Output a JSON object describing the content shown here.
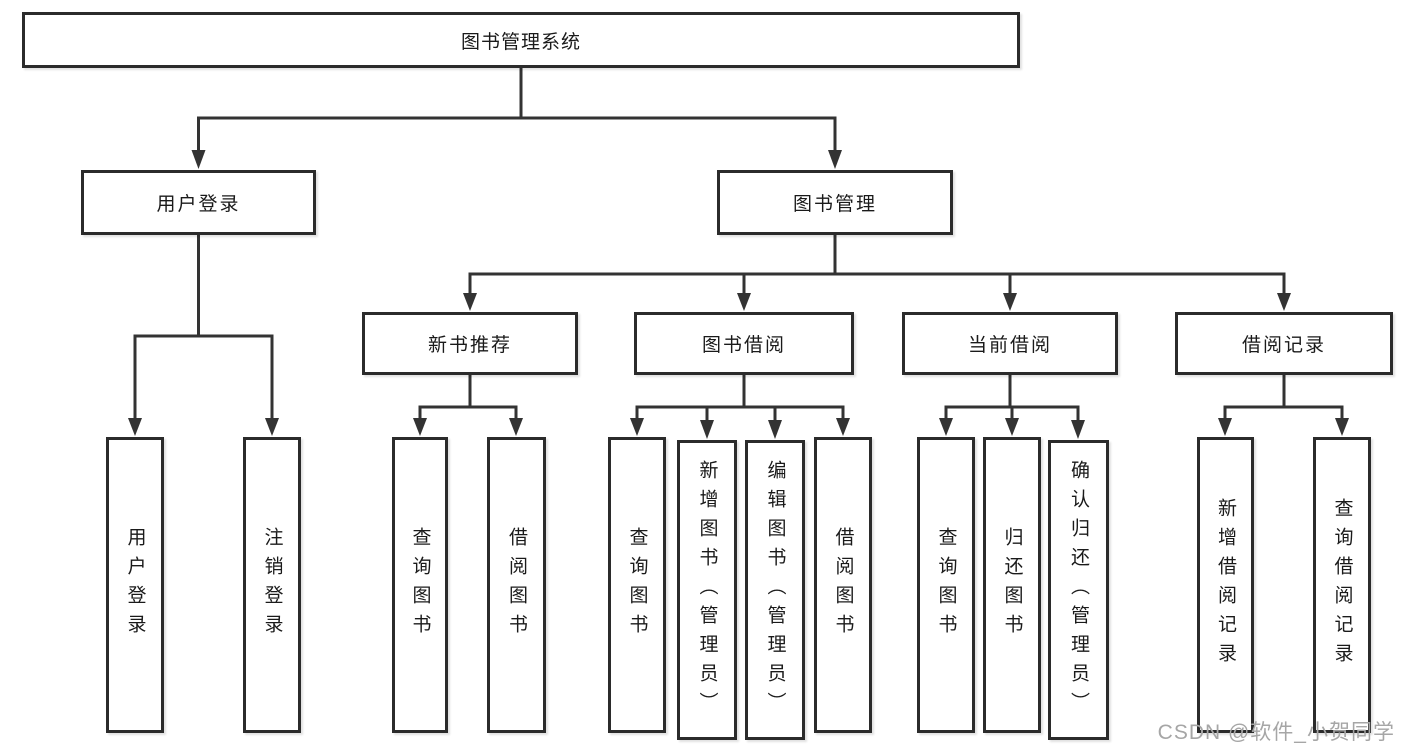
{
  "diagram": {
    "root_label": "图书管理系统",
    "login": {
      "label": "用户登录",
      "children": [
        "用户登录",
        "注销登录"
      ]
    },
    "mgmt": {
      "label": "图书管理"
    },
    "groups": [
      {
        "label": "新书推荐",
        "children": [
          "查询图书",
          "借阅图书"
        ]
      },
      {
        "label": "图书借阅",
        "children": [
          "查询图书",
          "新增图书（管理员）",
          "编辑图书（管理员）",
          "借阅图书"
        ]
      },
      {
        "label": "当前借阅",
        "children": [
          "查询图书",
          "归还图书",
          "确认归还（管理员）"
        ]
      },
      {
        "label": "借阅记录",
        "children": [
          "新增借阅记录",
          "查询借阅记录"
        ]
      }
    ]
  },
  "watermark": {
    "text": "CSDN @软件_小贺同学"
  },
  "colors": {
    "line": "#333333",
    "border": "#2b2b2b",
    "text": "#1a1a1a",
    "watermark": "#a6a6a6"
  }
}
